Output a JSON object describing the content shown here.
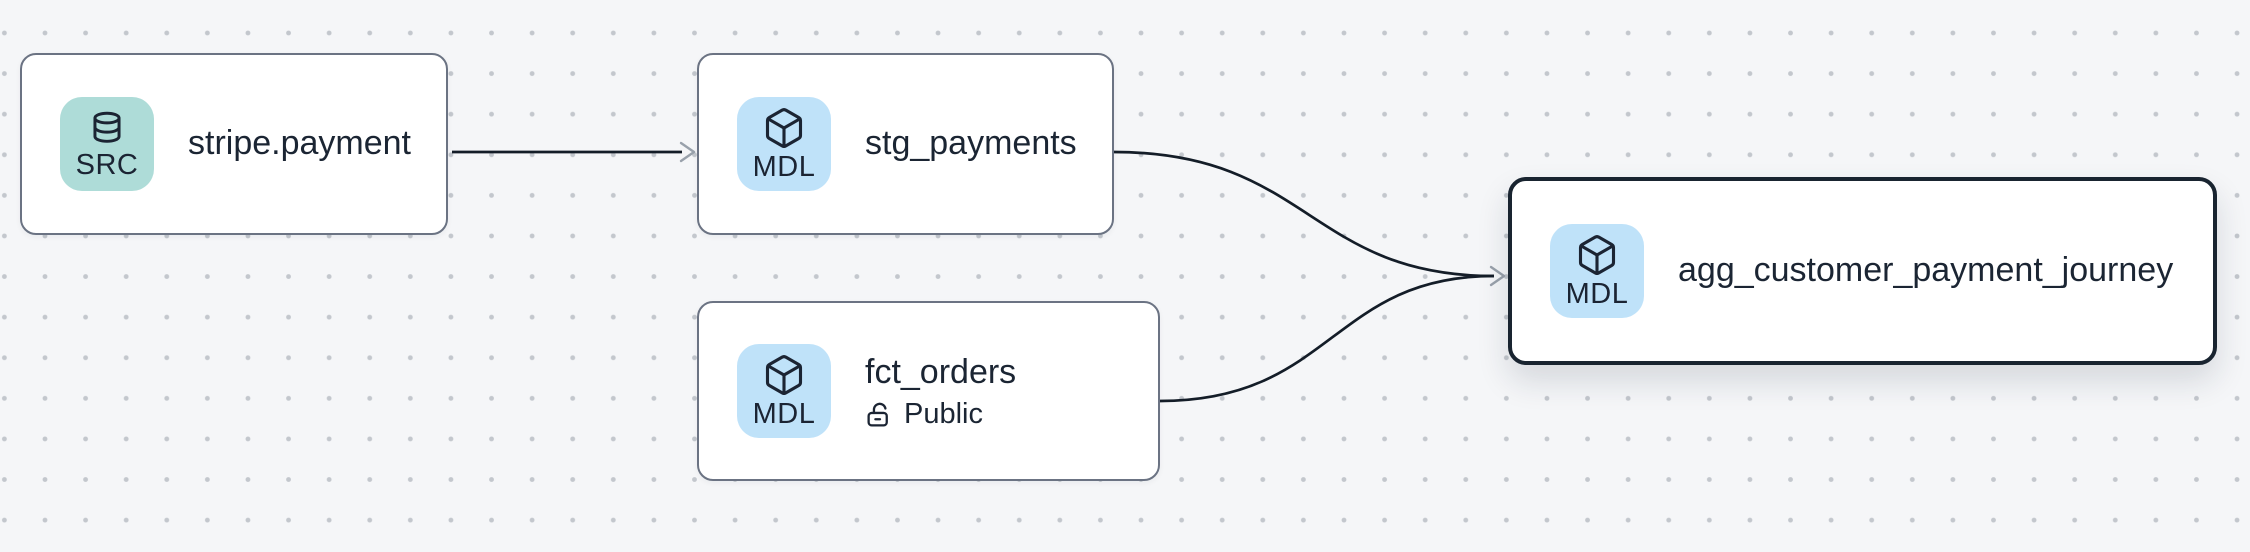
{
  "canvas": {
    "type": "lineage-graph"
  },
  "nodes": [
    {
      "id": "stripe.payment",
      "label": "stripe.payment",
      "badge": {
        "label": "SRC",
        "icon": "database-icon",
        "color": "#aedcd8"
      },
      "selected": false
    },
    {
      "id": "stg_payments",
      "label": "stg_payments",
      "badge": {
        "label": "MDL",
        "icon": "cube-icon",
        "color": "#bfe2f9"
      },
      "selected": false
    },
    {
      "id": "fct_orders",
      "label": "fct_orders",
      "badge": {
        "label": "MDL",
        "icon": "cube-icon",
        "color": "#bfe2f9"
      },
      "tag": {
        "label": "Public",
        "icon": "unlock-icon"
      },
      "selected": false
    },
    {
      "id": "agg_customer_payment_journey",
      "label": "agg_customer_payment_journey",
      "badge": {
        "label": "MDL",
        "icon": "cube-icon",
        "color": "#bfe2f9"
      },
      "selected": true
    }
  ],
  "edges": [
    {
      "source": "stripe.payment",
      "target": "stg_payments"
    },
    {
      "source": "stg_payments",
      "target": "agg_customer_payment_journey"
    },
    {
      "source": "fct_orders",
      "target": "agg_customer_payment_journey"
    }
  ],
  "colors": {
    "canvas_background": "#f5f6f8",
    "grid_dot": "#c3c7cd",
    "node_background": "#ffffff",
    "node_border": "#6b7383",
    "selected_node_border": "#192430",
    "edge_stroke": "#141d28",
    "arrowhead": "#99a1ab",
    "text": "#1b2533",
    "badge_src_background": "#aedcd8",
    "badge_mdl_background": "#bfe2f9"
  }
}
